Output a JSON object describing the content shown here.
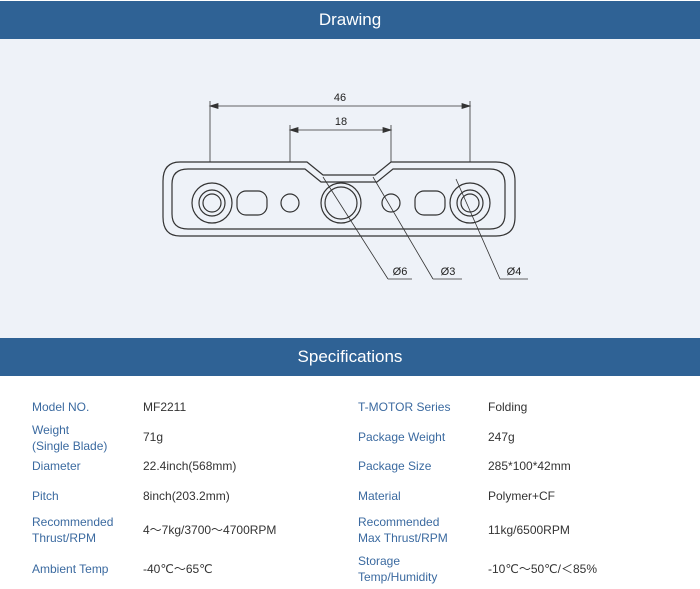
{
  "drawing": {
    "title": "Drawing",
    "dim_overall": "46",
    "dim_hole_spacing": "18",
    "callout_center": "Ø6",
    "callout_small": "Ø3",
    "callout_end": "Ø4"
  },
  "specifications": {
    "title": "Specifications",
    "rows": [
      {
        "label1": "Model NO.",
        "value1": "MF2211",
        "label2": "T-MOTOR Series",
        "value2": "Folding"
      },
      {
        "label1": "Weight\n(Single Blade)",
        "value1": "71g",
        "label2": "Package Weight",
        "value2": "247g"
      },
      {
        "label1": "Diameter",
        "value1": "22.4inch(568mm)",
        "label2": "Package Size",
        "value2": "285*100*42mm"
      },
      {
        "label1": "Pitch",
        "value1": "8inch(203.2mm)",
        "label2": "Material",
        "value2": "Polymer+CF"
      },
      {
        "label1": "Recommended\nThrust/RPM",
        "value1": "4～7kg/3700～4700RPM",
        "label2": "Recommended\nMax Thrust/RPM",
        "value2": "11kg/6500RPM"
      },
      {
        "label1": "Ambient Temp",
        "value1": "-40℃～65℃",
        "label2": "Storage\nTemp/Humidity",
        "value2": "-10℃～50℃/＜85%"
      }
    ]
  }
}
